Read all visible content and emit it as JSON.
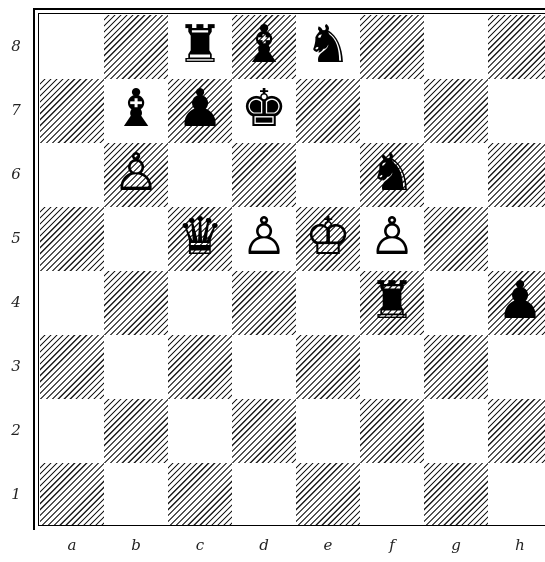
{
  "board": {
    "files": [
      "a",
      "b",
      "c",
      "d",
      "e",
      "f",
      "g",
      "h"
    ],
    "ranks": [
      "8",
      "7",
      "6",
      "5",
      "4",
      "3",
      "2",
      "1"
    ],
    "pieces": [
      {
        "square": "c8",
        "color": "black",
        "type": "rook",
        "glyph": "♜"
      },
      {
        "square": "d8",
        "color": "black",
        "type": "bishop",
        "glyph": "♝"
      },
      {
        "square": "e8",
        "color": "black",
        "type": "knight",
        "glyph": "♞"
      },
      {
        "square": "b7",
        "color": "black",
        "type": "bishop",
        "glyph": "♝"
      },
      {
        "square": "c7",
        "color": "black",
        "type": "pawn",
        "glyph": "♟"
      },
      {
        "square": "d7",
        "color": "black",
        "type": "king",
        "glyph": "♚"
      },
      {
        "square": "b6",
        "color": "white",
        "type": "pawn",
        "glyph": "♙"
      },
      {
        "square": "f6",
        "color": "black",
        "type": "knight",
        "glyph": "♞"
      },
      {
        "square": "c5",
        "color": "black",
        "type": "queen",
        "glyph": "♛"
      },
      {
        "square": "d5",
        "color": "white",
        "type": "pawn",
        "glyph": "♙"
      },
      {
        "square": "e5",
        "color": "white",
        "type": "king",
        "glyph": "♔"
      },
      {
        "square": "f5",
        "color": "white",
        "type": "pawn",
        "glyph": "♙"
      },
      {
        "square": "f4",
        "color": "black",
        "type": "rook",
        "glyph": "♜"
      },
      {
        "square": "h4",
        "color": "black",
        "type": "pawn",
        "glyph": "♟"
      }
    ]
  }
}
